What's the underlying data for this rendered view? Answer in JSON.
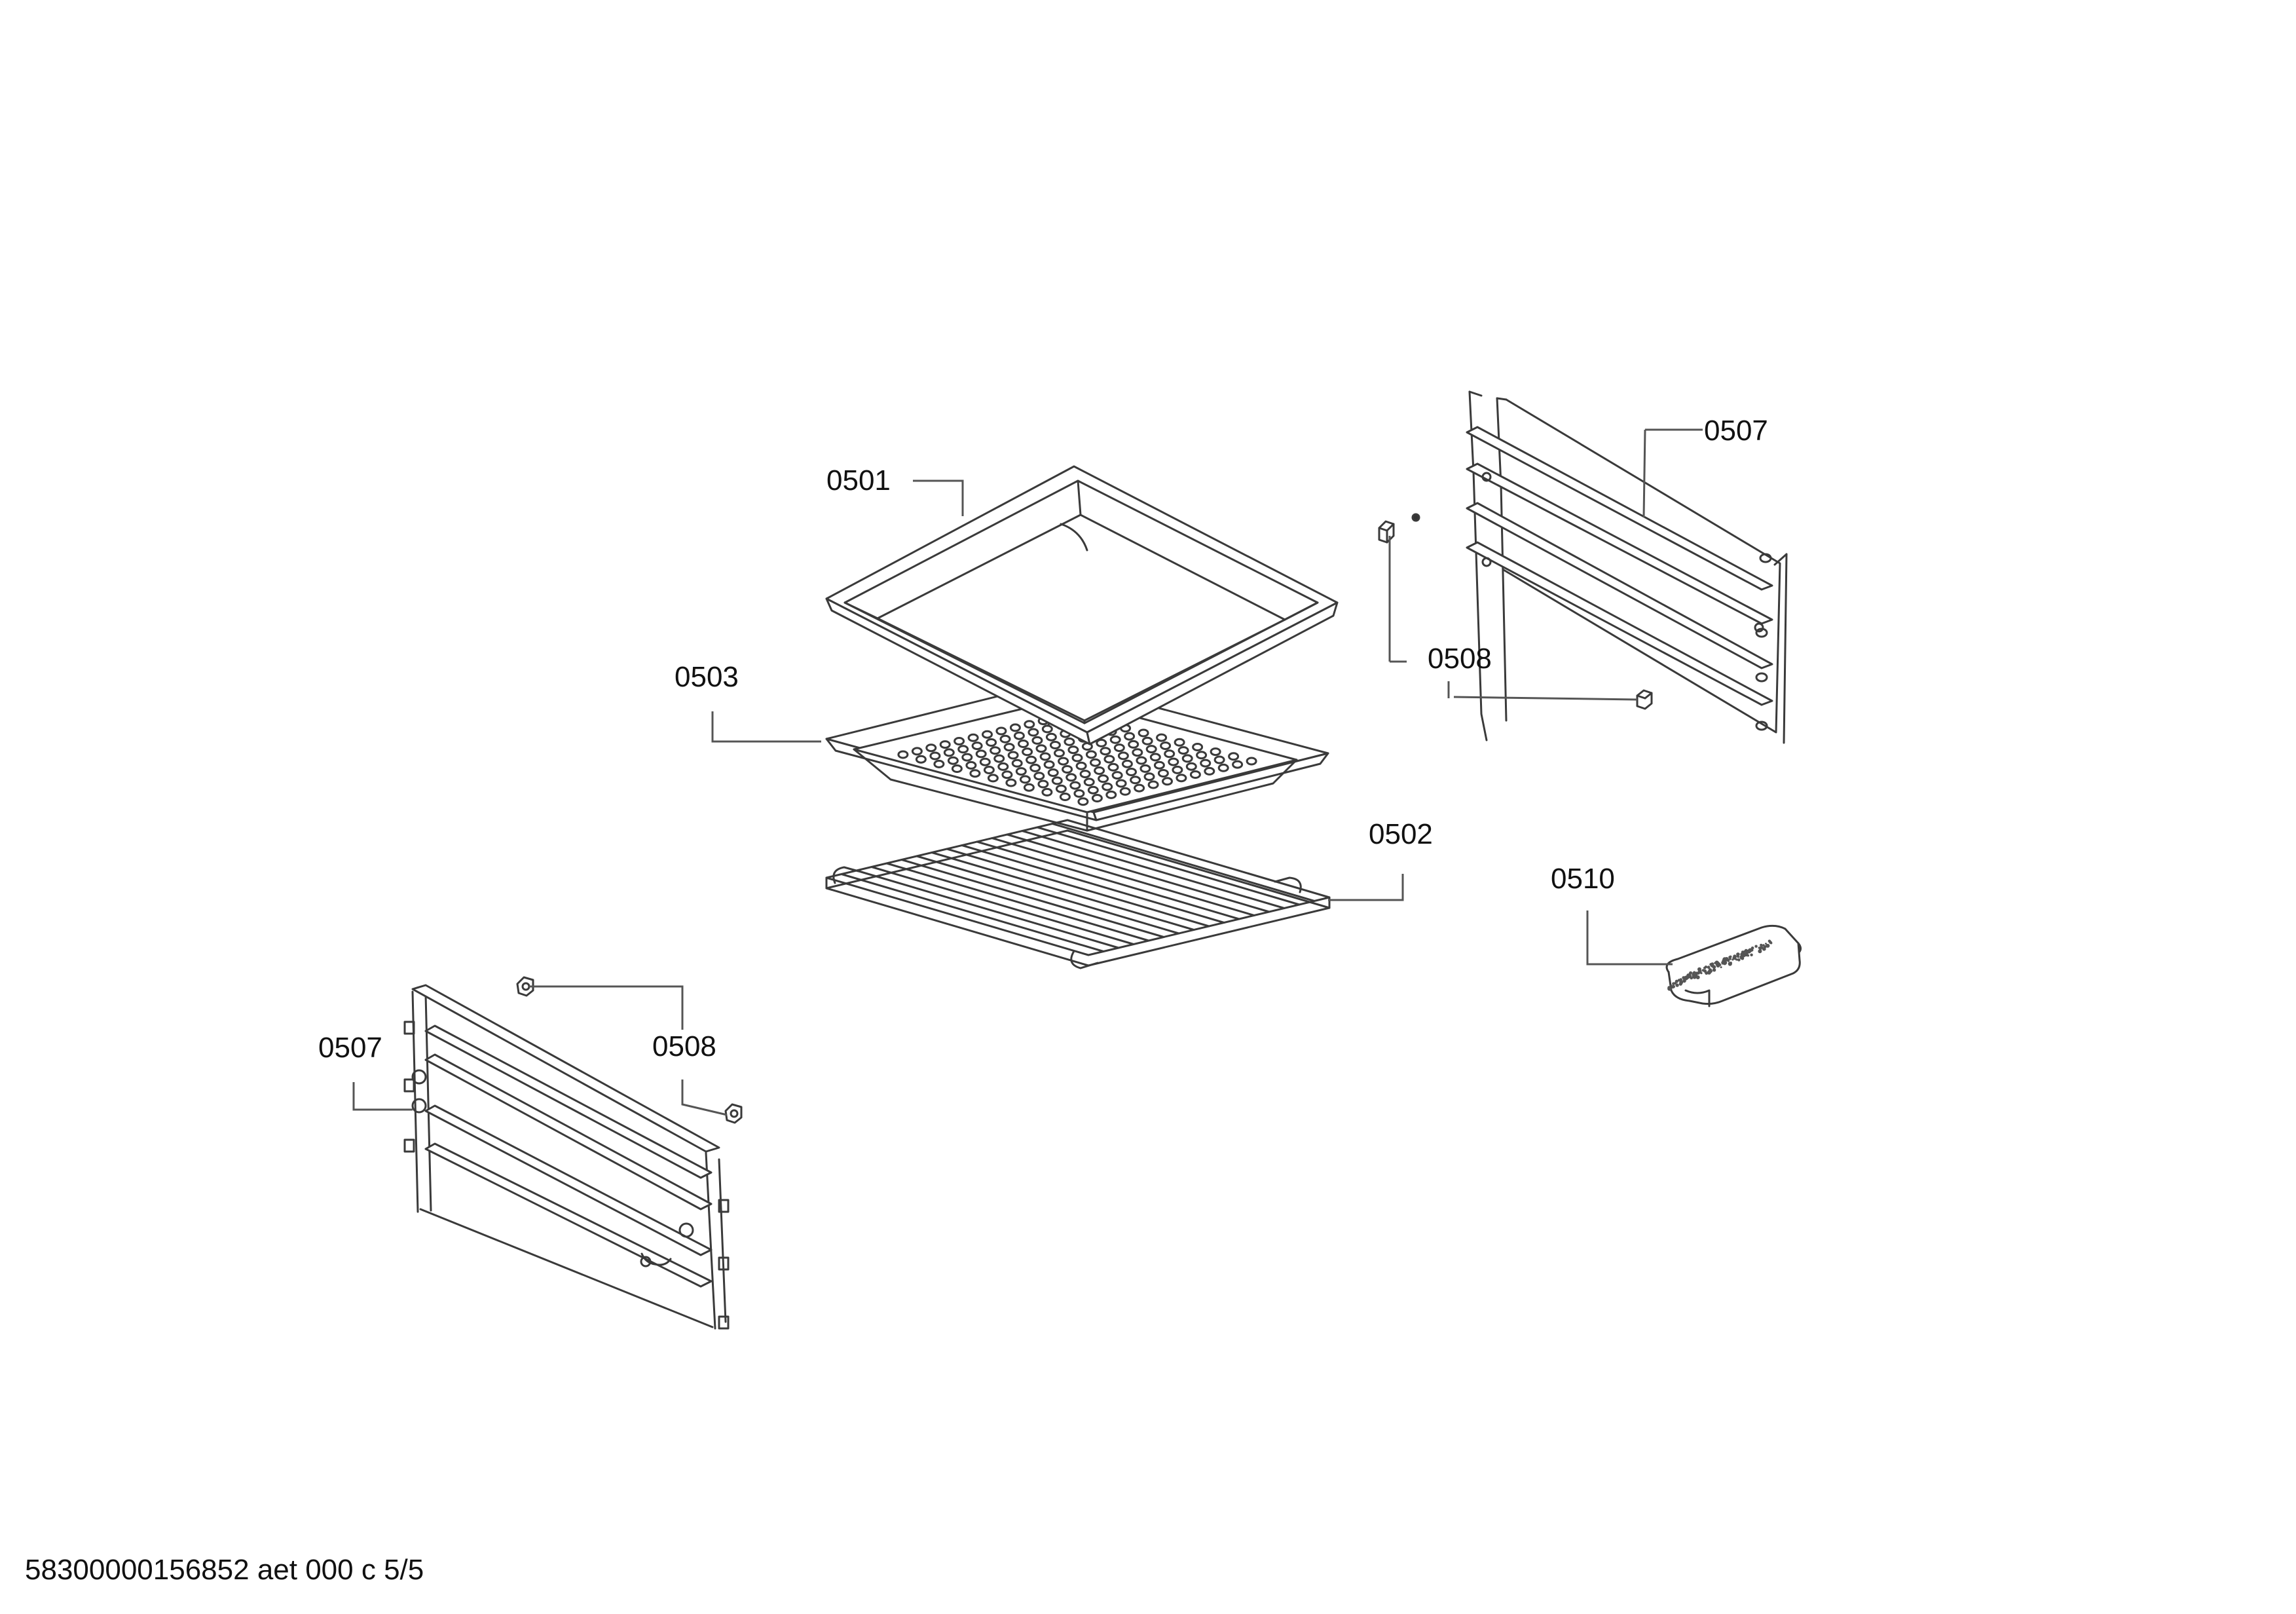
{
  "labels": {
    "tray_top": "0501",
    "grid_shelf": "0502",
    "perforated_tray": "0503",
    "rail_right": "0507",
    "rail_left": "0507",
    "clip_right": "0508",
    "clip_left": "0508",
    "sponge": "0510"
  },
  "footer": {
    "text": "58300000156852 aet 000 c 5/5"
  }
}
